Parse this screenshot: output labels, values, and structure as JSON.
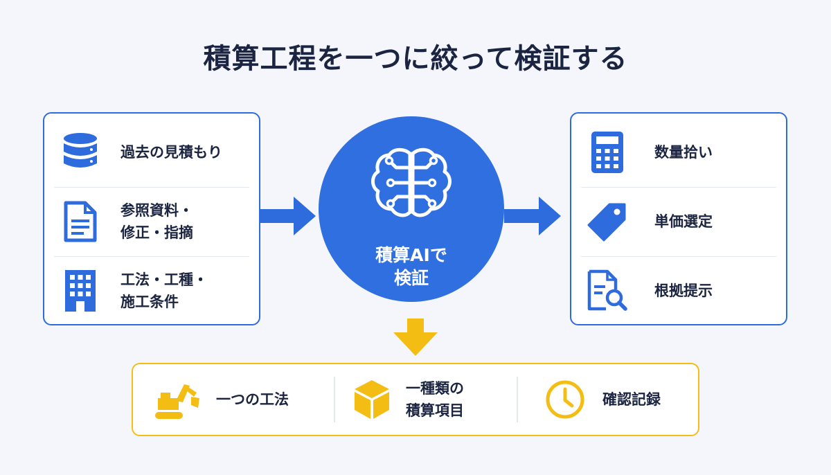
{
  "title": "積算工程を一つに絞って検証する",
  "left_panel": {
    "items": [
      {
        "icon": "database-icon",
        "label_lines": [
          "過去の見積もり"
        ]
      },
      {
        "icon": "document-icon",
        "label_lines": [
          "参照資料・",
          "修正・指摘"
        ]
      },
      {
        "icon": "building-icon",
        "label_lines": [
          "工法・工種・",
          "施工条件"
        ]
      }
    ]
  },
  "center": {
    "icon": "brain-circuit-icon",
    "label_lines": [
      "積算AIで",
      "検証"
    ]
  },
  "right_panel": {
    "items": [
      {
        "icon": "calculator-icon",
        "label_lines": [
          "数量拾い"
        ]
      },
      {
        "icon": "price-tag-icon",
        "label_lines": [
          "単価選定"
        ]
      },
      {
        "icon": "document-search-icon",
        "label_lines": [
          "根拠提示"
        ]
      }
    ]
  },
  "bottom_panel": {
    "items": [
      {
        "icon": "excavator-icon",
        "label_lines": [
          "一つの工法"
        ]
      },
      {
        "icon": "box-icon",
        "label_lines": [
          "一種類の",
          "積算項目"
        ]
      },
      {
        "icon": "clock-icon",
        "label_lines": [
          "確認記録"
        ]
      }
    ]
  },
  "colors": {
    "blue": "#2e6bdc",
    "circle_blue": "#2f6fe0",
    "yellow": "#f3bd14",
    "background": "#f4f6fb",
    "text": "#1b2440"
  }
}
